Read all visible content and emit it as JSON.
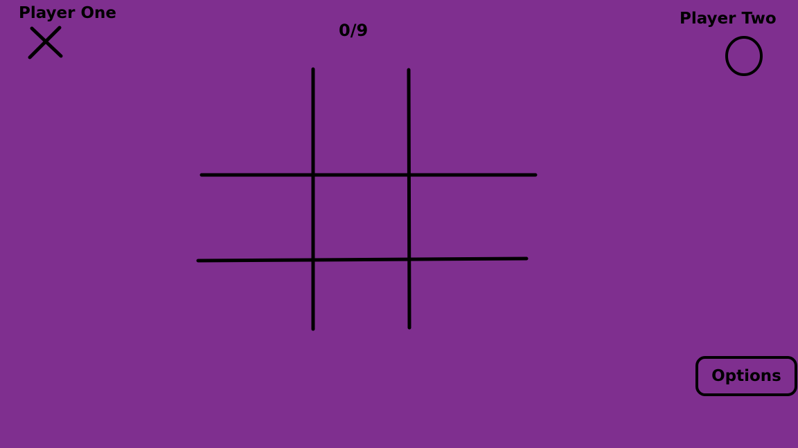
{
  "players": {
    "one": {
      "label": "Player One",
      "symbol_icon": "x-icon"
    },
    "two": {
      "label": "Player Two",
      "symbol_icon": "o-icon"
    }
  },
  "move_counter": "0/9",
  "board": {
    "cells": [
      "",
      "",
      "",
      "",
      "",
      "",
      "",
      "",
      ""
    ]
  },
  "options_button": {
    "label": "Options"
  },
  "colors": {
    "background": "#7f2f8f",
    "ink": "#000000"
  }
}
